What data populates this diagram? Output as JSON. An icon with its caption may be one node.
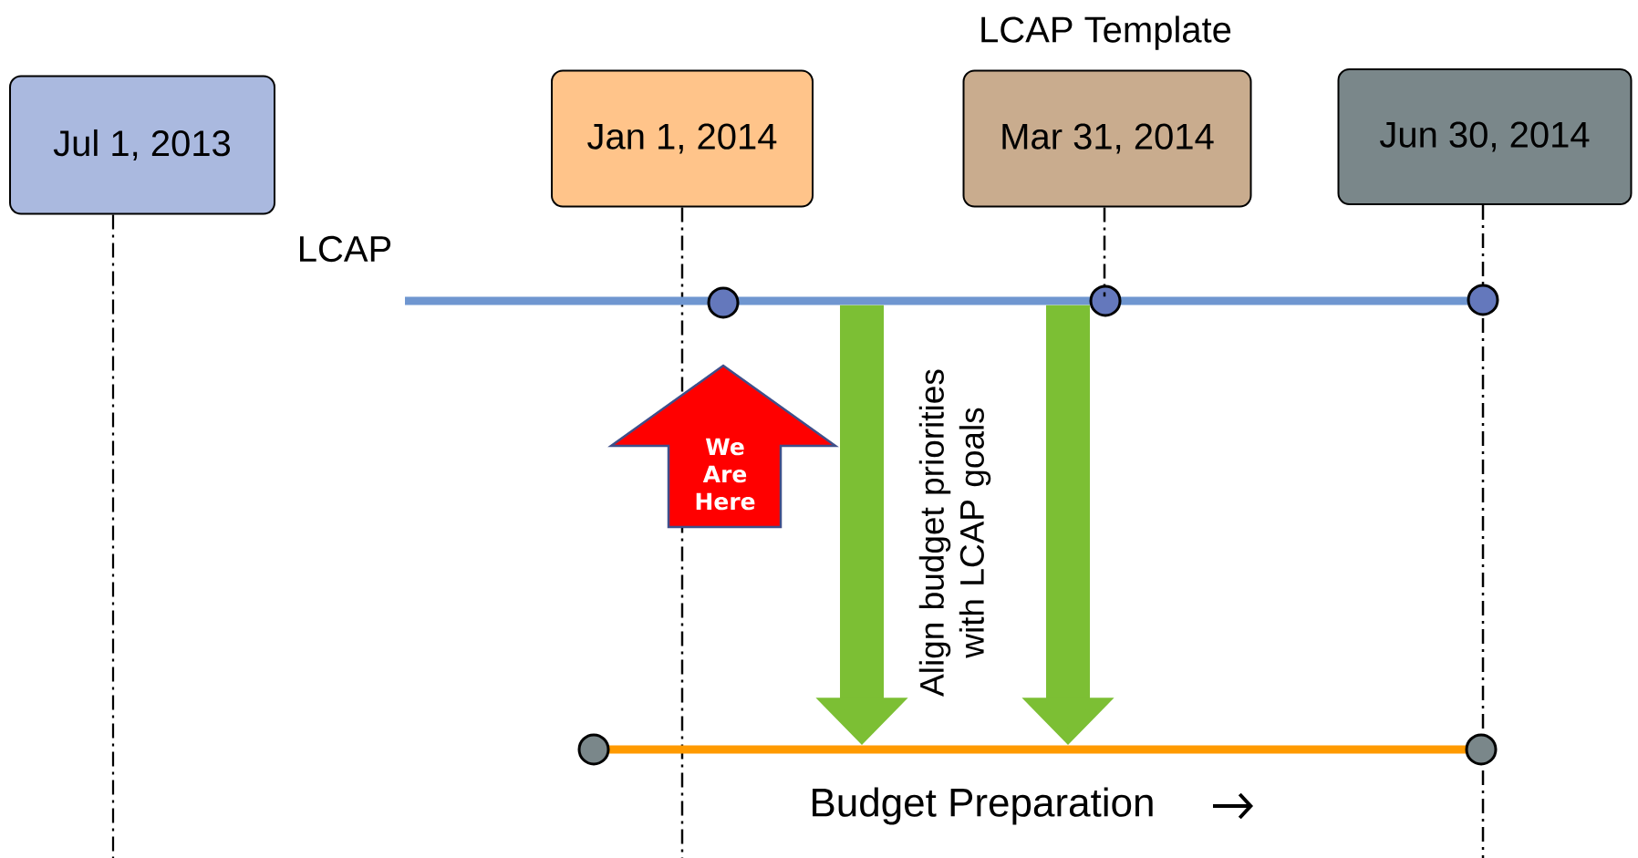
{
  "diagram": {
    "nodes": [
      {
        "text": [
          "Jul 1, 2013"
        ]
      },
      {
        "text": [
          "Jan 1, 2014"
        ]
      },
      {
        "text": [
          "Mar 31, 2014"
        ],
        "beside": [
          "LCAP Template"
        ]
      },
      {
        "text": [
          "Jun 30, 2014"
        ]
      },
      {
        "text": [],
        "shape": "bar",
        "beside": [
          "LCAP"
        ]
      },
      {
        "text": [],
        "shape": "bar",
        "beside": [
          "Budget Preparation"
        ]
      },
      {
        "text": [
          "We Are Here"
        ]
      }
    ],
    "edges": [
      {
        "from": 4,
        "to": 5,
        "arrow": "to"
      },
      {
        "from": 4,
        "to": 5,
        "arrow": "to"
      },
      {
        "from": 2,
        "to": 4,
        "arrow": "none",
        "style": "dashed",
        "color": "#000000"
      }
    ],
    "labels": [
      "Align budget priorities with LCAP goals"
    ]
  }
}
